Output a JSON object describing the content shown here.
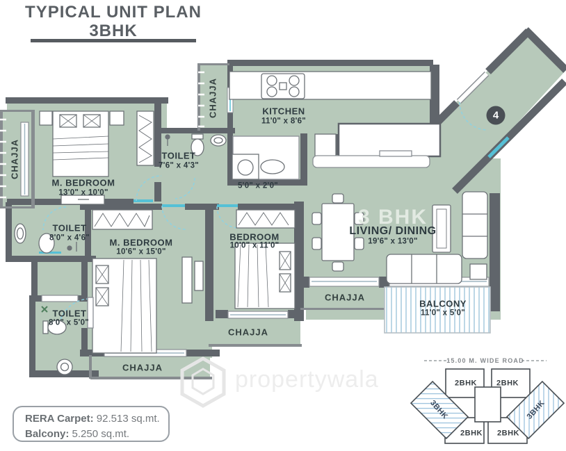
{
  "title": {
    "line1": "TYPICAL UNIT PLAN",
    "line2": "3BHK"
  },
  "rooms": {
    "m_bedroom_top": {
      "name": "M. BEDROOM",
      "dims": "13'0\" x 10'0\""
    },
    "toilet_top": {
      "name": "TOILET",
      "dims": "7'6\" x 4'3\""
    },
    "kitchen": {
      "name": "KITCHEN",
      "dims": "11'0\" x 8'6\""
    },
    "utility": {
      "dims": "5'0\" x 2'0\""
    },
    "toilet_mid": {
      "name": "TOILET",
      "dims": "8'0\" x 4'6\""
    },
    "m_bedroom_mid": {
      "name": "M. BEDROOM",
      "dims": "10'6\" x 15'0\""
    },
    "bedroom": {
      "name": "BEDROOM",
      "dims": "10'0\" x 11'0\""
    },
    "living": {
      "unit_type": "3 BHK",
      "name": "LIVING/ DINING",
      "dims": "19'6\" x 13'0\""
    },
    "toilet_bottom": {
      "name": "TOILET",
      "dims": "8'0\" x 5'0\""
    },
    "balcony": {
      "name": "BALCONY",
      "dims": "11'0\" x 5'0\""
    }
  },
  "chajja": {
    "left": "CHAJJA",
    "kitchen": "CHAJJA",
    "bottom_left": "CHAJJA",
    "bottom_mid": "CHAJJA",
    "right": "CHAJJA"
  },
  "unit_number": "4",
  "summary": {
    "label1": "RERA Carpet:",
    "value1": " 92.513 sq.mt.",
    "label2": "Balcony:",
    "value2": " 5.250 sq.mt."
  },
  "keyplan": {
    "road": "15.00 M. WIDE ROAD",
    "units": {
      "top_left": "2BHK",
      "top_right": "2BHK",
      "bottom_left": "2BHK",
      "bottom_right": "2BHK",
      "left_wing": "3BHK",
      "right_wing": "3BHK"
    }
  },
  "watermark": "propertywala",
  "colors": {
    "floor": "#b7c9ba",
    "wall": "#60656b",
    "window_accent": "#55c0d6",
    "label_text": "#2e3b40",
    "keyplan_hatch": "#9cc2de",
    "light_unit_text": "#e2eae2"
  }
}
